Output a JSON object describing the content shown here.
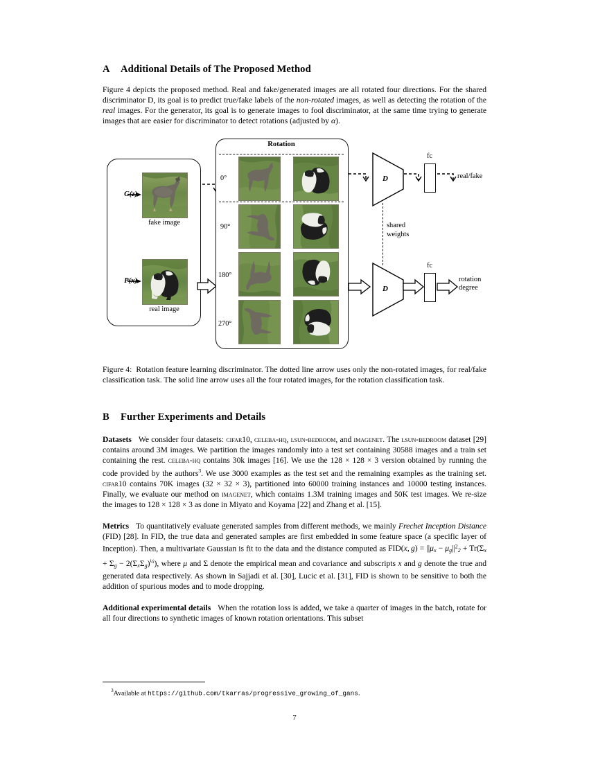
{
  "document": {
    "page_number": "7"
  },
  "section_a": {
    "letter": "A",
    "title": "Additional Details of The Proposed Method",
    "paragraph": {
      "p1": "Figure 4 depicts the proposed method. Real and fake/generated images are all rotated four directions. For the shared discriminator D, its goal is to predict true/fake labels of the ",
      "italic1": "non-rotated",
      "p2": " images, as well as detecting the rotation of the ",
      "italic2": "real",
      "p3": " images. For the generator, its goal is to generate images to fool discriminator, at the same time trying to generate images that are easier for discriminator to detect rotations (adjusted by ",
      "alpha": "α",
      "p4": ")."
    }
  },
  "figure": {
    "rotation_panel_title": "Rotation",
    "angles": [
      "0°",
      "90°",
      "180°",
      "270°"
    ],
    "left_box": {
      "fake_input_label": "G(z)",
      "fake_caption": "fake image",
      "real_input_label": "P(x)",
      "real_caption": "real image"
    },
    "discriminator_label": "D",
    "fc_label": "fc",
    "output_top": "real/fake",
    "output_bottom_line1": "rotation",
    "output_bottom_line2": "degree",
    "shared_line1": "shared",
    "shared_line2": "weights",
    "caption": {
      "prefix": "Figure 4:",
      "text": "Rotation feature learning discriminator. The dotted line arrow uses only the non-rotated images, for real/fake classification task. The solid line arrow uses all the four rotated images, for the rotation classification task."
    }
  },
  "section_b": {
    "letter": "B",
    "title": "Further Experiments and Details",
    "datasets": {
      "runin": "Datasets",
      "t1": "We consider four datasets: ",
      "d1": "cifar",
      "n1": "10",
      "t2": ", ",
      "d2": "celeba-hq",
      "t3": ", ",
      "d3": "lsun-bedroom",
      "t4": ", and ",
      "d4": "imagenet",
      "t5": ". The ",
      "d5": "lsun-bedroom",
      "t6": " dataset [29] contains around 3M images. We partition the images randomly into a test set containing 30588 images and a train set containing the rest. ",
      "d6": "celeba-hq",
      "t7": " contains 30k images [16]. We use the ",
      "m1": "128 × 128 × 3",
      "t8": " version obtained by running the code provided by the authors",
      "fn": "3",
      "t9": ". We use 3000 examples as the test set and the remaining examples as the training set. ",
      "d7": "cifar",
      "n2": "10",
      "t10": " contains 70K images (",
      "m2": "32 × 32 × 3",
      "t11": "), partitioned into 60000 training instances and 10000 testing instances. Finally, we evaluate our method on ",
      "d8": "imagenet",
      "t12": ", which contains 1.3M training images and 50K test images. We re-size the images to ",
      "m3": "128 × 128 × 3",
      "t13": " as done in Miyato and Koyama [22] and Zhang et al. [15]."
    },
    "metrics": {
      "runin": "Metrics",
      "t1": "To quantitatively evaluate generated samples from different methods, we mainly ",
      "it1": "Frechet Inception Distance",
      "t2": " (FID) [28]. In FID, the true data and generated samples are first embedded in some feature space (a specific layer of Inception). Then, a multivariate Gaussian is fit to the data and the distance computed as ",
      "formula": "FID(x, g) = ||μₓ − μ_g||²₂ + Tr(Σₓ + Σ_g − 2(ΣₓΣ_g)^½)",
      "t3": ", where ",
      "mu": "μ",
      "t4": " and ",
      "sigma": "Σ",
      "t5": " denote the empirical mean and covariance and subscripts ",
      "x": "x",
      "t6": " and ",
      "g": "g",
      "t7": " denote the true and generated data respectively. As shown in Sajjadi et al. [30], Lucic et al. [31], FID is shown to be sensitive to both the addition of spurious modes and to mode dropping."
    },
    "additional": {
      "runin": "Additional experimental details",
      "text": "When the rotation loss is added, we take a quarter of images in the batch, rotate for all four directions to synthetic images of known rotation orientations. This subset"
    }
  },
  "footnote": {
    "marker": "3",
    "prefix": "Available at ",
    "url": "https://github.com/tkarras/progressive_growing_of_gans",
    "suffix": "."
  },
  "colors": {
    "ink": "#000000",
    "grass_light": "#7f9a55",
    "grass_dark": "#55733a",
    "dog_fake": "#6d685f",
    "dog_real_dark": "#1b1b1b",
    "dog_real_light": "#f2f2ee"
  }
}
